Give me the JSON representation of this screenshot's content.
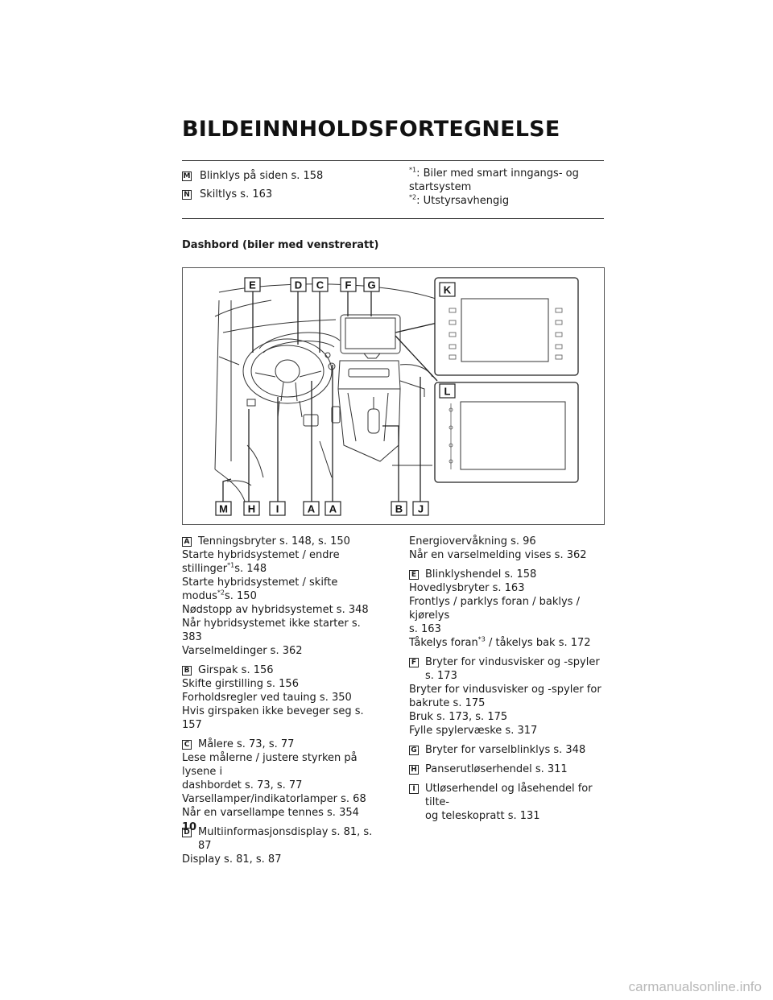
{
  "header": {
    "title": "BILDEINNHOLDSFORTEGNELSE"
  },
  "top_items": [
    {
      "badge": "M",
      "text": "Blinklys på siden s. 158"
    },
    {
      "badge": "N",
      "text": "Skiltlys s. 163"
    }
  ],
  "footnotes": [
    {
      "mark": "*1",
      "text": ": Biler med smart inngangs- og startsystem"
    },
    {
      "mark": "*2",
      "text": ": Utstyrsavhengig"
    }
  ],
  "section_heading": "Dashbord (biler med venstreratt)",
  "figure_labels": {
    "E": "E",
    "D": "D",
    "C": "C",
    "F": "F",
    "G": "G",
    "K": "K",
    "L": "L",
    "M": "M",
    "H": "H",
    "I": "I",
    "A1": "A",
    "A2": "A",
    "B": "B",
    "J": "J"
  },
  "entries_left": [
    {
      "badge": "A",
      "head": "Tenningsbryter s. 148, s. 150",
      "lines": [
        "Starte hybridsystemet / endre",
        "stillinger",
        "s. 148",
        "Starte hybridsystemet / skifte",
        "modus",
        "s. 150",
        "Nødstopp av hybridsystemet s. 348",
        "Når hybridsystemet ikke starter s. 383",
        "Varselmeldinger s. 362"
      ],
      "marks": [
        "*1",
        "*2"
      ]
    },
    {
      "badge": "B",
      "head": "Girspak s. 156",
      "lines": [
        "Skifte girstilling s. 156",
        "Forholdsregler ved tauing s. 350",
        "Hvis girspaken ikke beveger seg s. 157"
      ]
    },
    {
      "badge": "C",
      "head": "Målere s. 73, s. 77",
      "lines": [
        "Lese målerne / justere styrken på lysene i",
        "dashbordet s. 73, s. 77",
        "Varsellamper/indikatorlamper s. 68",
        "Når en varsellampe tennes s. 354"
      ]
    },
    {
      "badge": "D",
      "head": "Multiinformasjonsdisplay s. 81, s. 87",
      "lines": [
        "Display s. 81, s. 87"
      ]
    }
  ],
  "entries_right": [
    {
      "badge": "",
      "head": "",
      "lines": [
        "Energiovervåkning s. 96",
        "Når en varselmelding vises s. 362"
      ]
    },
    {
      "badge": "E",
      "head": "Blinklyshendel s. 158",
      "lines": [
        "Hovedlysbryter s. 163",
        "Frontlys / parklys foran / baklys / kjørelys",
        "s. 163",
        "Tåkelys foran",
        " / tåkelys bak s. 172"
      ],
      "marks": [
        "*3"
      ]
    },
    {
      "badge": "F",
      "head": "Bryter for vindusvisker og -spyler",
      "head2": "s. 173",
      "lines": [
        "Bryter for vindusvisker og -spyler for",
        "bakrute s. 175",
        "Bruk s. 173, s. 175",
        "Fylle spylervæske s. 317"
      ]
    },
    {
      "badge": "G",
      "head": "Bryter for varselblinklys s. 348",
      "lines": []
    },
    {
      "badge": "H",
      "head": "Panserutløserhendel s. 311",
      "lines": []
    },
    {
      "badge": "I",
      "head": "Utløserhendel og låsehendel for tilte-",
      "head2": "og teleskopratt s. 131",
      "lines": []
    }
  ],
  "page_number": "10",
  "watermark": "carmanualsonline.info"
}
